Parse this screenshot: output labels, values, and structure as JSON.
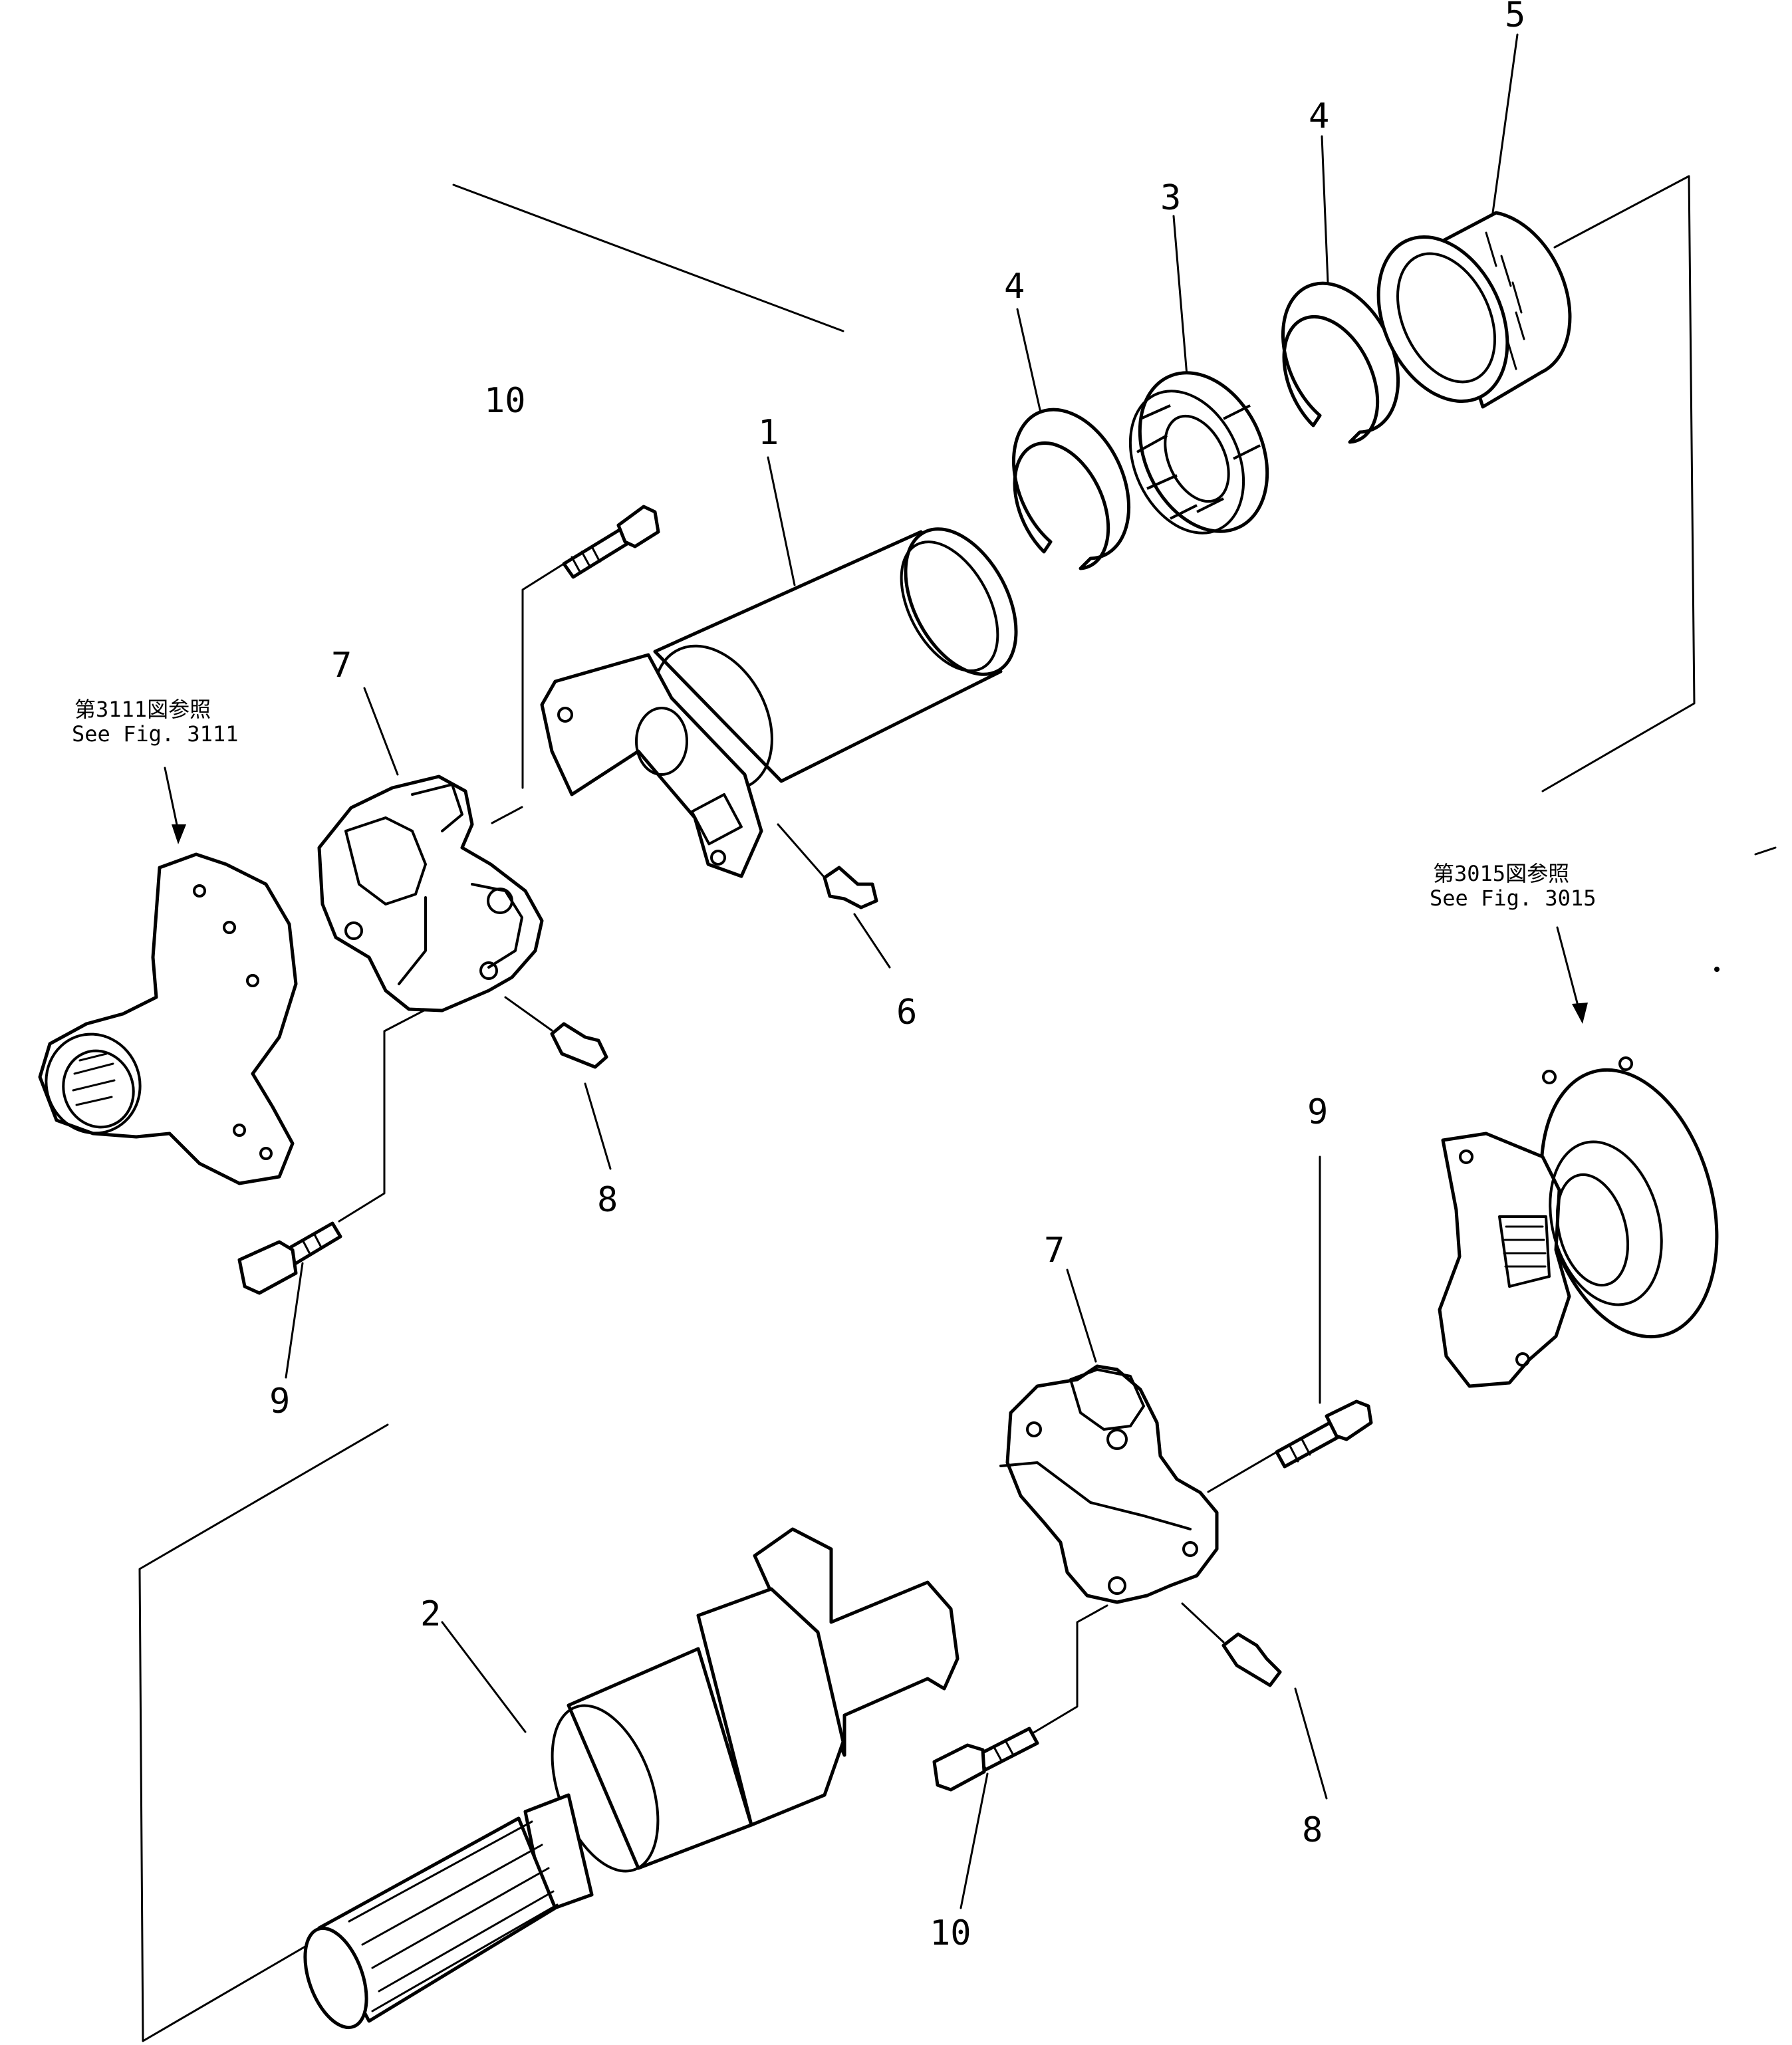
{
  "callouts": {
    "p1": "1",
    "p2": "2",
    "p3": "3",
    "p4a": "4",
    "p4b": "4",
    "p5": "5",
    "p6": "6",
    "p7a": "7",
    "p7b": "7",
    "p8a": "8",
    "p8b": "8",
    "p9a": "9",
    "p9b": "9",
    "p10a": "10",
    "p10b": "10"
  },
  "references": {
    "left_jp": "第3111図参照",
    "left_en": "See  Fig. 3111",
    "right_jp": "第3015図参照",
    "right_en": "See  Fig. 3015"
  }
}
